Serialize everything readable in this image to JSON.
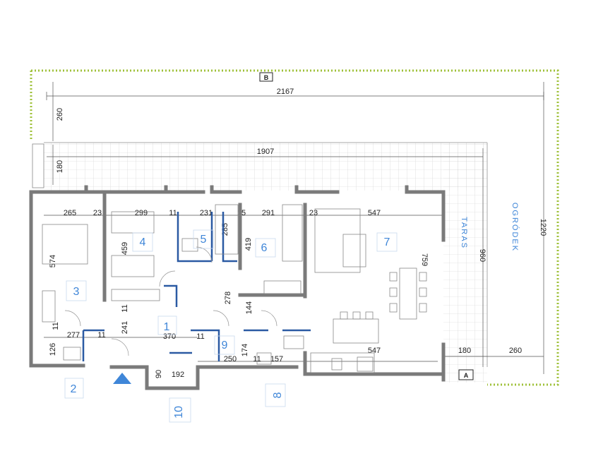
{
  "rooms": {
    "r1": "1",
    "r2": "2",
    "r3": "3",
    "r4": "4",
    "r5": "5",
    "r6": "6",
    "r7": "7",
    "r8": "8",
    "r9": "9",
    "r10": "10"
  },
  "labels": {
    "taras": "TARAS",
    "ogrodek": "OGRÓDEK"
  },
  "markers": {
    "a": "A",
    "b": "B"
  },
  "dims": {
    "d2167": "2167",
    "d260_left": "260",
    "d1907": "1907",
    "d180_left": "180",
    "d1220": "1220",
    "d960": "960",
    "d180_bottom": "180",
    "d260_bottom": "260",
    "d265": "265",
    "d23a": "23",
    "d299": "299",
    "d11a": "11",
    "d231": "231",
    "d15": "15",
    "d291": "291",
    "d23b": "23",
    "d547_top": "547",
    "d574": "574",
    "d459": "459",
    "d285": "285",
    "d419": "419",
    "d759": "759",
    "d278": "278",
    "d144": "144",
    "d11b": "11",
    "d241": "241",
    "d370": "370",
    "d11c": "11",
    "d11d": "11",
    "d277": "277",
    "d11e": "11",
    "d126": "126",
    "d174": "174",
    "d11f": "11",
    "d157": "157",
    "d250": "250",
    "d547_bottom": "547",
    "d90": "90",
    "d192": "192"
  },
  "colors": {
    "wall": "#7a7a7a",
    "accent": "#3f86d8",
    "garden": "#9fc13a"
  }
}
